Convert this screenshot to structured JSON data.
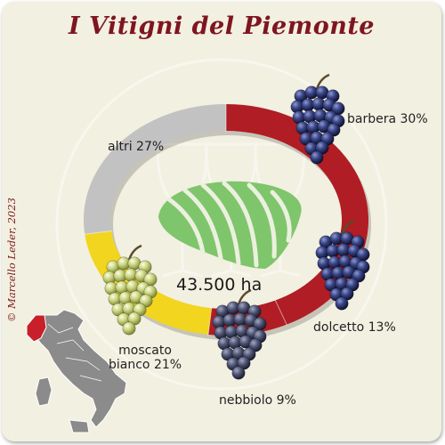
{
  "title": "I Vitigni del Piemonte",
  "credit": "© Marcello Leder, 2023",
  "total": "43.500 ha",
  "chart_data": {
    "type": "pie",
    "style": "donut",
    "categories": [
      "barbera",
      "dolcetto",
      "nebbiolo",
      "moscato bianco",
      "altri"
    ],
    "values": [
      30,
      13,
      9,
      21,
      27
    ],
    "unit": "%",
    "labels": [
      "barbera 30%",
      "dolcetto 13%",
      "nebbiolo 9%",
      "moscato bianco 21%",
      "altri 27%"
    ],
    "label_lines": [
      [
        "barbera 30%"
      ],
      [
        "dolcetto 13%"
      ],
      [
        "nebbiolo 9%"
      ],
      [
        "moscato",
        "bianco 21%"
      ],
      [
        "altri 27%"
      ]
    ],
    "colors": [
      "#b01d24",
      "#b01d24",
      "#b01d24",
      "#f2d51e",
      "#c2c2c2"
    ],
    "icons": [
      "dark-grape-icon",
      "dark-grape-icon",
      "dark-grape-icon",
      "white-grape-icon",
      null
    ]
  }
}
